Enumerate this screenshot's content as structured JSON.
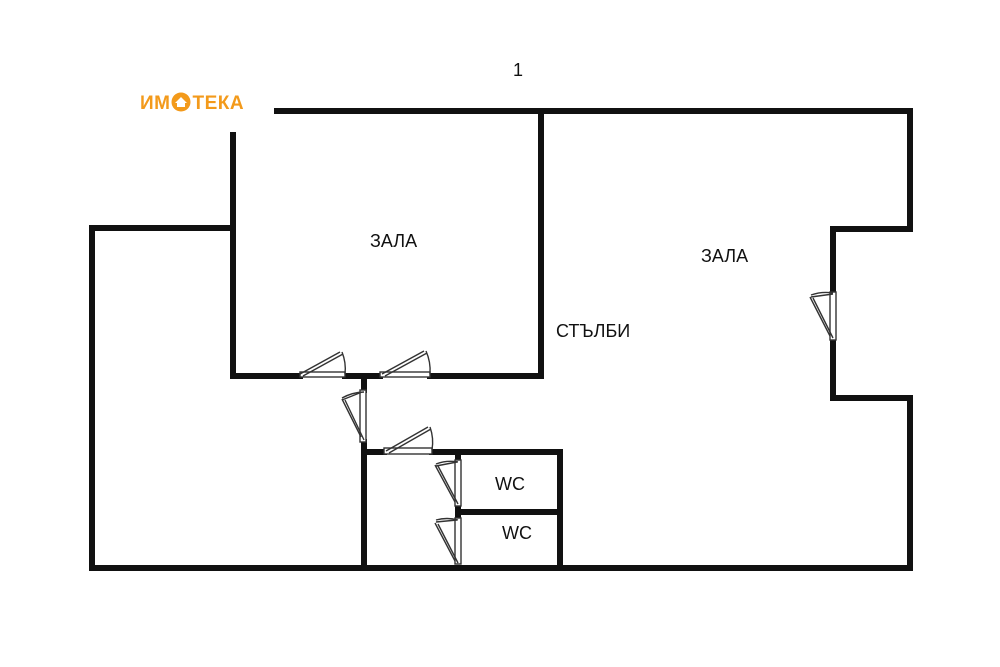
{
  "page_number": "1",
  "logo": {
    "left_text": "ИМ",
    "right_text": "ТЕКА",
    "color": "#f39a1b"
  },
  "rooms": {
    "hall_left": "ЗАЛА",
    "hall_right": "ЗАЛА",
    "stairs": "СТЪЛБИ",
    "wc_upper": "WC",
    "wc_lower": "WC"
  },
  "colors": {
    "wall": "#111111",
    "door": "#333333",
    "background": "#ffffff"
  }
}
